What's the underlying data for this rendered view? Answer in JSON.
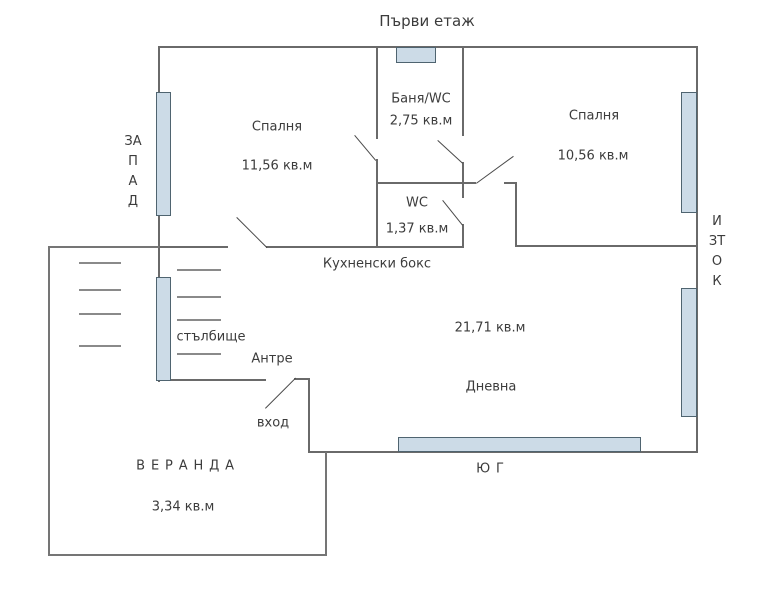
{
  "title": "Първи етаж",
  "compass": {
    "west": "ЗАПАД",
    "east": "ИЗТОК",
    "south": "ЮГ"
  },
  "rooms": {
    "bedroom_west": {
      "name": "Спалня",
      "area": "11,56 кв.м"
    },
    "bathroom": {
      "name": "Баня/WC",
      "area": "2,75 кв.м"
    },
    "bedroom_east": {
      "name": "Спалня",
      "area": "10,56 кв.м"
    },
    "wc": {
      "name": "WC",
      "area": "1,37 кв.м"
    },
    "kitchen": {
      "name": "Кухненски бокс"
    },
    "living": {
      "name": "Дневна",
      "area": "21,71 кв.м"
    },
    "staircase": {
      "name": "стълбище"
    },
    "hallway": {
      "name": "Антре"
    },
    "entrance": {
      "name": "вход"
    },
    "veranda": {
      "name": "ВЕРАНДА",
      "area": "3,34 кв.м"
    }
  },
  "colors": {
    "wall": "#6a6a6a",
    "door_leaf": "#4a4a4a",
    "window_fill": "#ccdbe7",
    "window_border": "#4f6470",
    "text": "#3c3c3c",
    "background": "#ffffff"
  }
}
